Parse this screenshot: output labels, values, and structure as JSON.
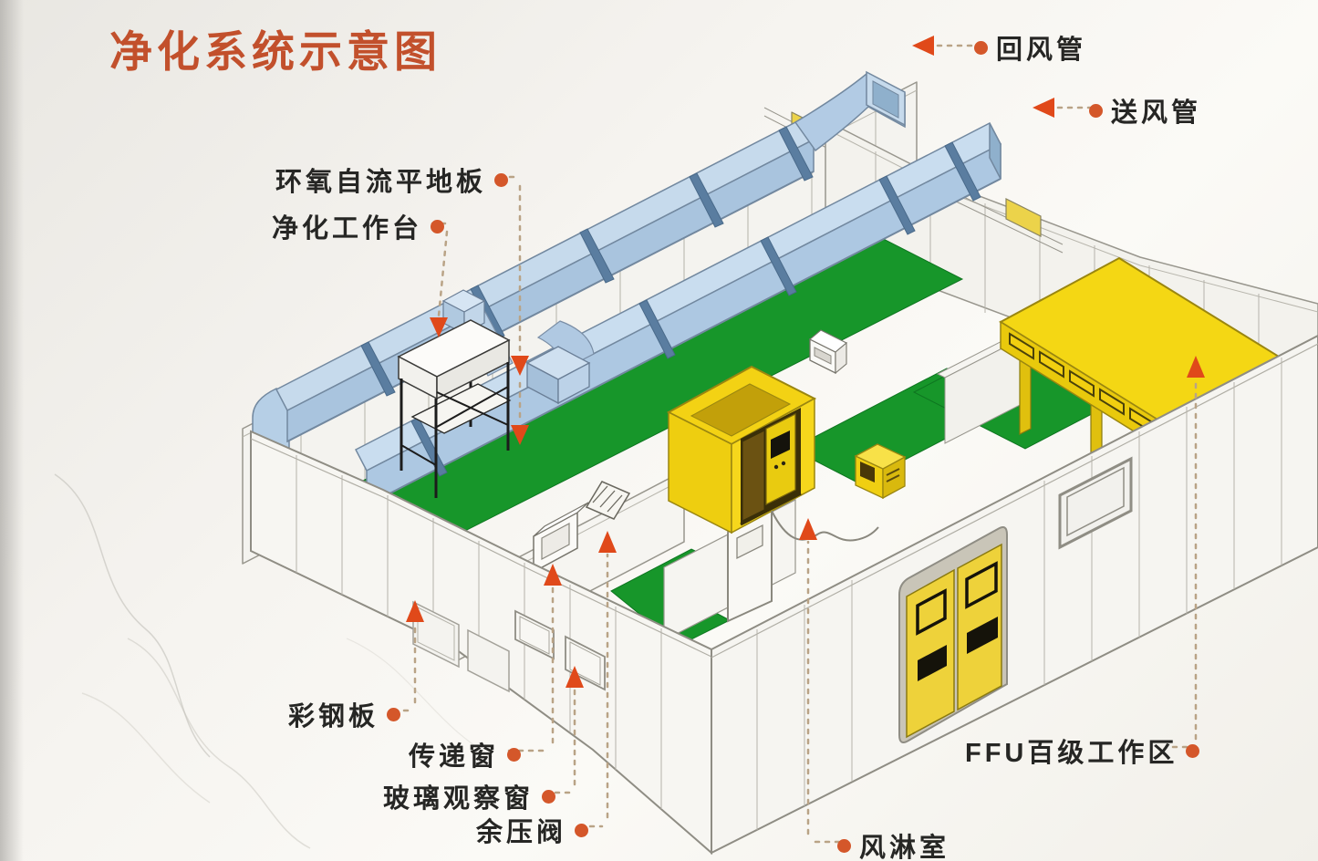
{
  "title": {
    "text": "净化系统示意图",
    "color": "#c2502c"
  },
  "labels": {
    "return_duct": {
      "text": "回风管"
    },
    "supply_duct": {
      "text": "送风管"
    },
    "epoxy_floor": {
      "text": "环氧自流平地板"
    },
    "clean_workbench": {
      "text": "净化工作台"
    },
    "color_steel_panel": {
      "text": "彩钢板"
    },
    "transfer_window": {
      "text": "传递窗"
    },
    "glass_observation_window": {
      "text": "玻璃观察窗"
    },
    "residual_pressure_valve": {
      "text": "余压阀"
    },
    "air_shower": {
      "text": "风淋室"
    },
    "ffu_work_area": {
      "text": "FFU百级工作区"
    }
  },
  "diagram": {
    "type": "isometric cleanroom HVAC schematic",
    "colors": {
      "duct_blue": "#c9ddef",
      "duct_shade": "#adc8e2",
      "duct_flange": "#5a7da0",
      "floor_green": "#17962a",
      "equipment_yellow": "#f3d214",
      "wall_white": "#f6f5f1",
      "outline_gray": "#8f8d84",
      "leader_dot": "#d4572a",
      "arrow": "#e0491a",
      "door_brown": "#6b5212"
    },
    "components": [
      "回风管",
      "送风管",
      "环氧自流平地板",
      "净化工作台",
      "彩钢板",
      "传递窗",
      "玻璃观察窗",
      "余压阀",
      "风淋室",
      "FFU百级工作区"
    ]
  }
}
